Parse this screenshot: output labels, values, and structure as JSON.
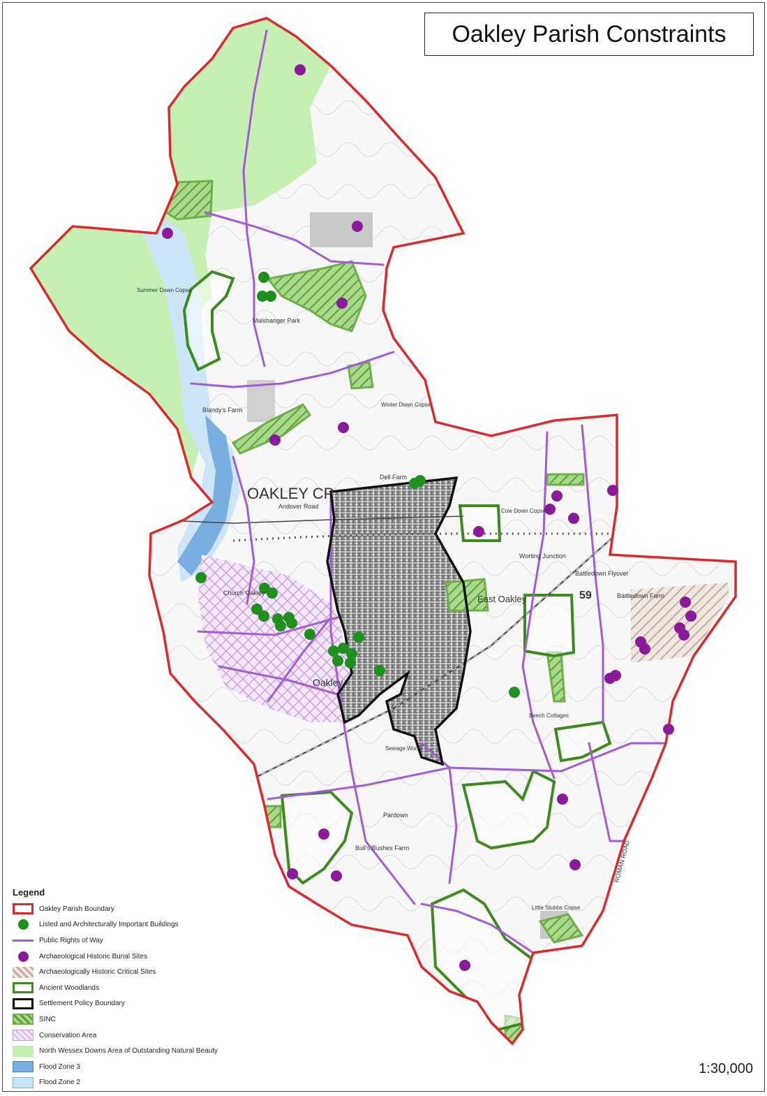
{
  "title": "Oakley Parish Constraints",
  "scale": "1:30,000",
  "colors": {
    "parish_boundary": "#d92b2b",
    "listed_buildings": "#1f8f1f",
    "rights_of_way": "#a35cd6",
    "burial_sites": "#8b1a9a",
    "critical_sites": "#b9a595",
    "ancient_woodland": "#3d8a1e",
    "settlement_boundary": "#111111",
    "sinc": "#76b84a",
    "conservation_area": "#c9a0dc",
    "aonb": "#c6efb4",
    "flood_zone_3": "#79aee0",
    "flood_zone_2": "#cde6f7"
  },
  "legend": {
    "title": "Legend",
    "items": [
      {
        "key": "parish_boundary",
        "label": "Oakley Parish Boundary"
      },
      {
        "key": "listed_buildings",
        "label": "Listed and Architecturally Important Buildings"
      },
      {
        "key": "rights_of_way",
        "label": "Public Rights of Way"
      },
      {
        "key": "burial_sites",
        "label": "Archaeological Historic Burial Sites"
      },
      {
        "key": "critical_sites",
        "label": "Archaeologically Historic Critical Sites"
      },
      {
        "key": "ancient_woodland",
        "label": "Ancient Woodlands"
      },
      {
        "key": "settlement_boundary",
        "label": "Settlement Policy Boundary"
      },
      {
        "key": "sinc",
        "label": "SINC"
      },
      {
        "key": "conservation_area",
        "label": "Conservation Area"
      },
      {
        "key": "aonb",
        "label": "North Wessex Downs Area of Outstanding Natural Beauty"
      },
      {
        "key": "flood_zone_3",
        "label": "Flood Zone 3"
      },
      {
        "key": "flood_zone_2",
        "label": "Flood Zone 2"
      }
    ]
  },
  "places": {
    "oakley_cp": "OAKLEY CP",
    "east_oakley": "East Oakley",
    "oakley": "Oakley",
    "church_oakley": "Church Oakley",
    "blandys_farm": "Blandy's Farm",
    "deli_farm": "Dell Farm",
    "andover_road": "Andover Road",
    "battledown_flyover": "Battledown Flyover",
    "battledown_farm": "Battledown Farm",
    "worting_junction": "Worting Junction",
    "pardown": "Pardown",
    "bulls_bushes_farm": "Bull's Bushes Farm",
    "little_stubbs_copse": "Little Stubbs Copse",
    "malshanger_park": "Malshanger Park",
    "summer_down_copse": "Summer Down Copse",
    "winter_down_copse": "Winter Down Copse",
    "cow_down_copse": "Cow Down Copse",
    "beech_cottages": "Beech Cottages",
    "sewage_works": "Sewage Works",
    "roman_road": "ROMAN ROAD",
    "map_number": "59"
  }
}
